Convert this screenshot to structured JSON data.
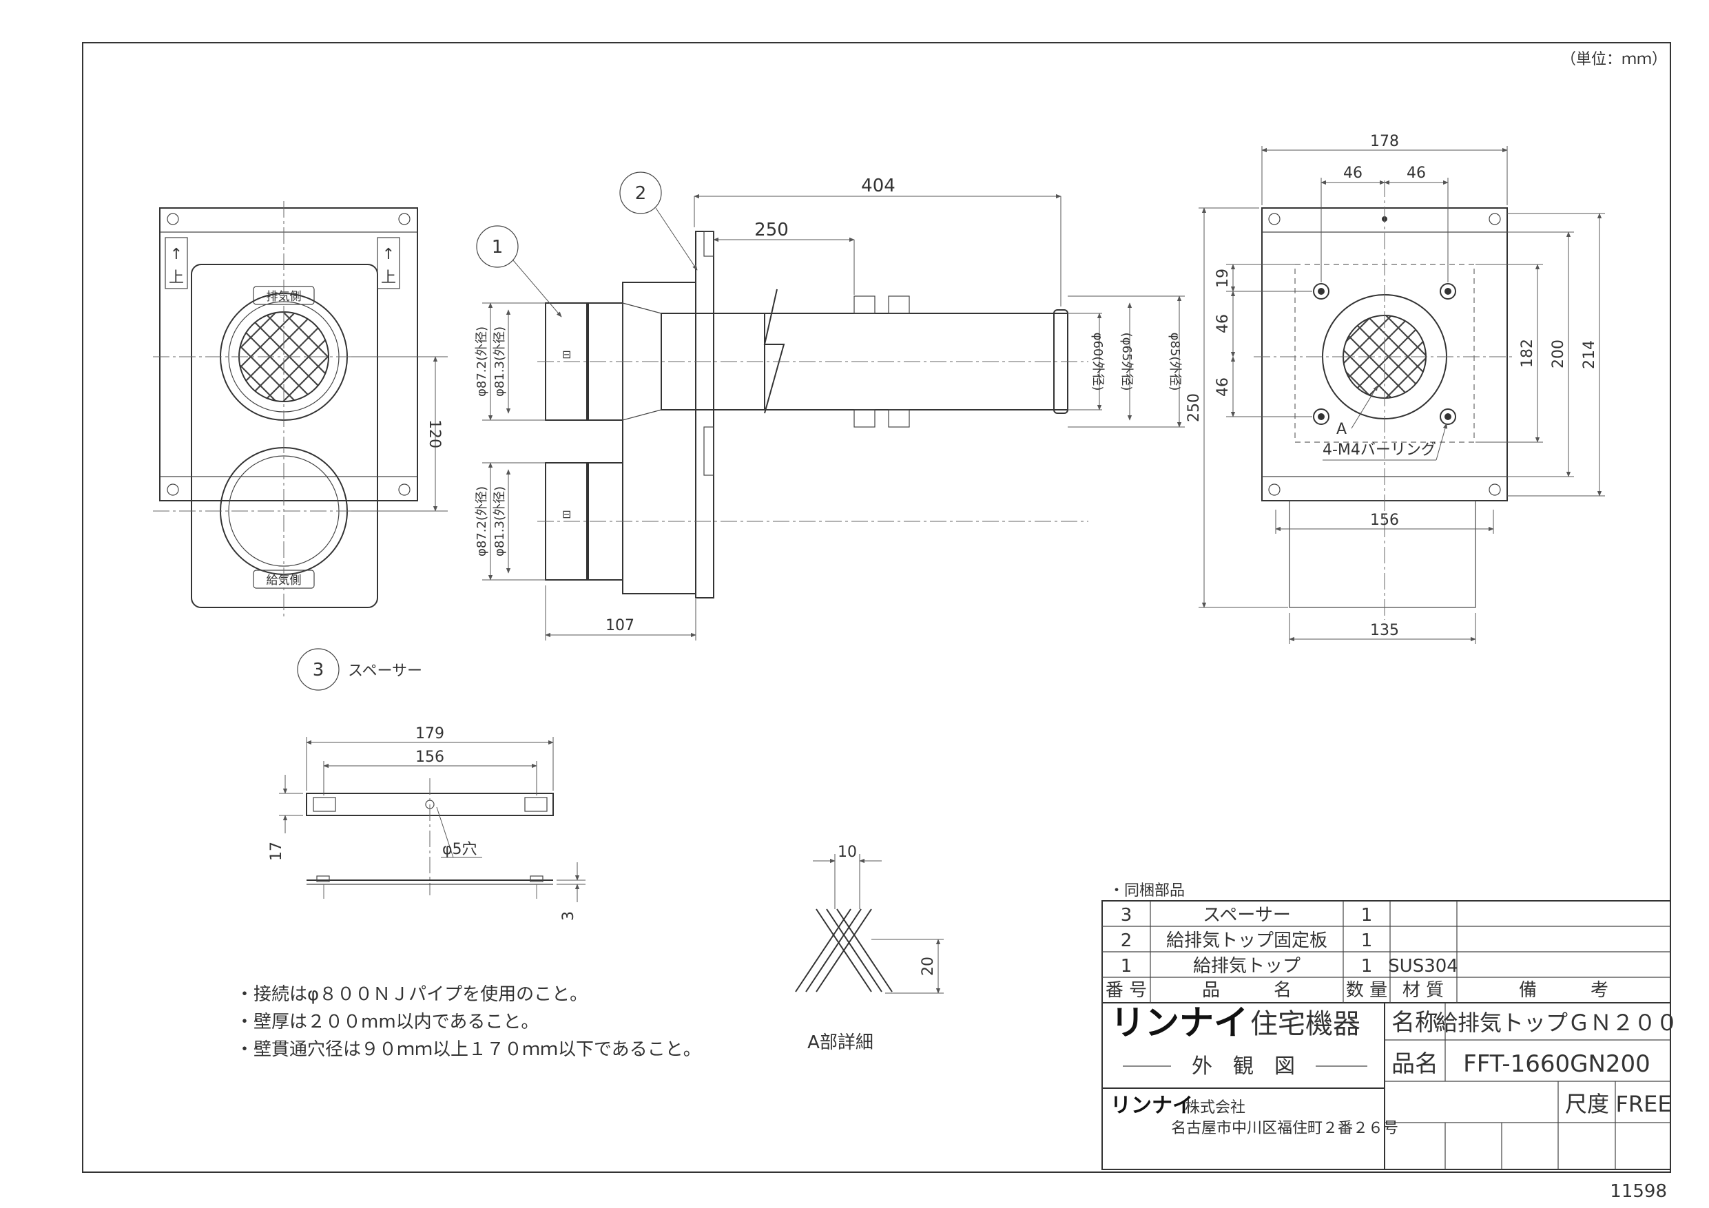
{
  "unit_note": "（単位：ｍｍ）",
  "drawing_code": "11598",
  "dims": {
    "d404": "404",
    "d250a": "250",
    "d107": "107",
    "d120": "120",
    "d178": "178",
    "d46a": "46",
    "d46b": "46",
    "d46c": "46",
    "d46d": "46",
    "d19": "19",
    "d182": "182",
    "d200": "200",
    "d214": "214",
    "d156a": "156",
    "d135": "135",
    "d250b": "250",
    "d179": "179",
    "d156b": "156",
    "d17": "17",
    "d3": "3",
    "d10": "10",
    "d20": "20"
  },
  "pipe_labels": {
    "od87_top": "φ87.2(外径)",
    "od81_top": "φ81.3(外径)",
    "od87_bot": "φ87.2(外径)",
    "od81_bot": "φ81.3(外径)",
    "od60": "φ60(外径)",
    "od65": "(φ65外径)",
    "od85": "φ85(外径)"
  },
  "callouts": {
    "n1": "1",
    "n2": "2",
    "n3": "3",
    "spacer": "スペーサー",
    "label_a": "A",
    "burring": "4-M4バーリング",
    "hole": "φ5穴",
    "detail_a": "A部詳細",
    "exhaust_tag": "排気側",
    "intake_tag": "給気側",
    "arrow_up": "↑",
    "up_char": "上"
  },
  "notes": [
    "・接続はφ８００ＮＪパイプを使用のこと。",
    "・壁厚は２００mm以内であること。",
    "・壁貫通穴径は９０ｍｍ以上１７０ｍｍ以下であること。"
  ],
  "parts_heading": "・同梱部品",
  "parts_header": {
    "no": "番 号",
    "name": "品　　　名",
    "qty": "数 量",
    "material": "材 質",
    "remarks": "備　　　考"
  },
  "parts": [
    {
      "no": "3",
      "name": "スペーサー",
      "qty": "1",
      "material": ""
    },
    {
      "no": "2",
      "name": "給排気トップ固定板",
      "qty": "1",
      "material": ""
    },
    {
      "no": "1",
      "name": "給排気トップ",
      "qty": "1",
      "material": "SUS304"
    }
  ],
  "title_block": {
    "brand": "リンナイ",
    "brand_sub": "住宅機器",
    "view": "外　観　図",
    "name_label": "名称",
    "name_value": "給排気トップＧＮ２００",
    "model_label": "品名",
    "model_value": "FFT-1660GN200",
    "scale_label": "尺度",
    "scale_value": "FREE",
    "company": "リンナイ",
    "company_suffix": "株式会社",
    "address": "名古屋市中川区福住町２番２６号"
  }
}
